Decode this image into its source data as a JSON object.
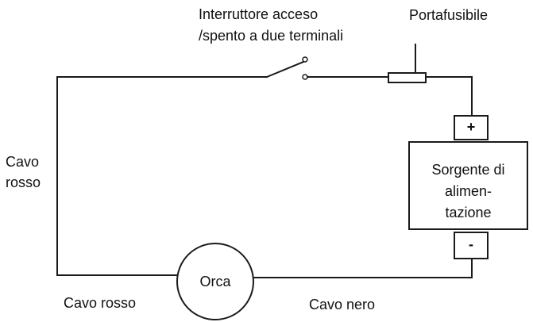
{
  "labels": {
    "switch_line1": "Interruttore acceso",
    "switch_line2": "/spento a due terminali",
    "fuse_holder": "Portafusibile",
    "left_cable_line1": "Cavo",
    "left_cable_line2": "rosso",
    "bottom_left_cable": "Cavo rosso",
    "bottom_right_cable": "Cavo nero",
    "motor": "Orca",
    "power_line1": "Sorgente di",
    "power_line2": "alimen-",
    "power_line3": "tazione",
    "terminal_positive": "+",
    "terminal_negative": "-"
  },
  "colors": {
    "wire": "#1a1a1a",
    "text": "#111111",
    "background": "#ffffff"
  }
}
